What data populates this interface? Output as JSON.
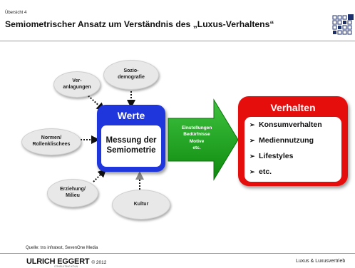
{
  "header": {
    "kicker": "Übersicht 4",
    "title": "Semiometrischer Ansatz um Verständnis des „Luxus-Verhaltens“"
  },
  "influences": [
    {
      "label": "Ver-\nanlagungen"
    },
    {
      "label": "Sozio-\ndemografie"
    },
    {
      "label": "Normen/\nRollenklischees"
    },
    {
      "label": "Erziehung/\nMilieu"
    },
    {
      "label": "Kultur"
    }
  ],
  "werte": {
    "title": "Werte",
    "inner": "Messung der\nSemiometrie"
  },
  "arrow": {
    "lines": [
      "Einstellungen",
      "Bedürfnisse",
      "Motive",
      "etc."
    ]
  },
  "verhalten": {
    "title": "Verhalten",
    "marker": "➢",
    "items": [
      "Konsumverhalten",
      "Mediennutzung",
      "Lifestyles",
      "etc."
    ]
  },
  "footer": {
    "source": "Quelle: tns infratest, SevenOne Media",
    "brand": "ULRICH EGGERT",
    "brand_year": "© 2012",
    "brand_sub": "CONSULTING KÖLN",
    "right": "Luxus & Luxusvertrieb"
  },
  "colors": {
    "werte_blue": "#1f36dd",
    "verhalten_red": "#e60d0d",
    "arrow_green": "#1aa41a",
    "oval_gray": "#e8e8e8"
  }
}
